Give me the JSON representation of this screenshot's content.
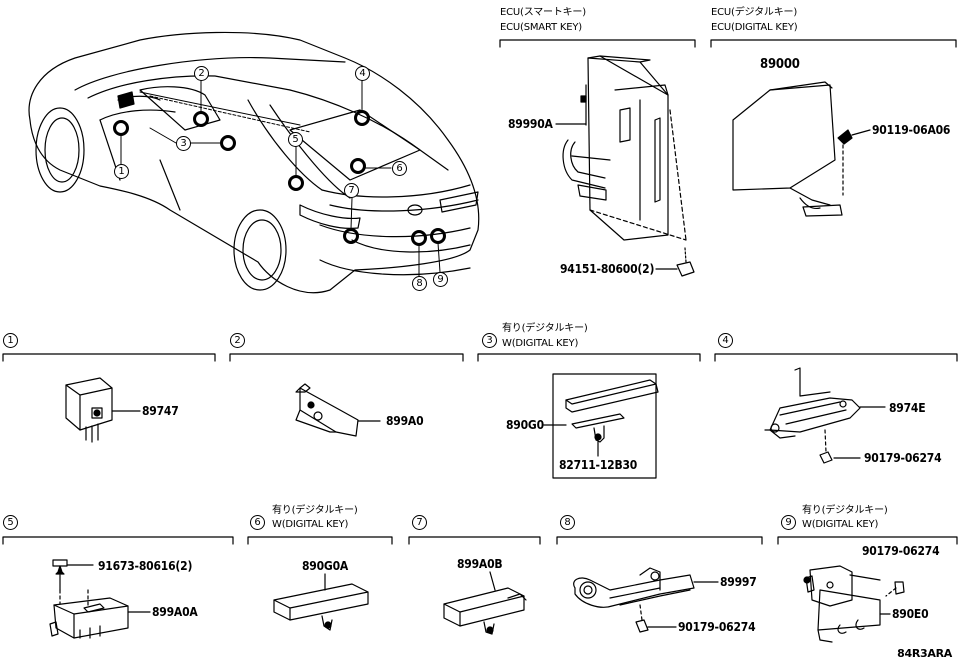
{
  "ecu_smart_key": {
    "header_jp": "ECU(スマートキー)",
    "header_en": "ECU(SMART KEY)",
    "part": "89990A",
    "screw": "94151-80600(2)"
  },
  "ecu_digital_key": {
    "header_jp": "ECU(デジタルキー)",
    "header_en": "ECU(DIGITAL KEY)",
    "part": "89000",
    "bolt": "90119-06A06"
  },
  "car_callouts": [
    "1",
    "2",
    "3",
    "4",
    "5",
    "6",
    "7",
    "8",
    "9"
  ],
  "sections": {
    "s1": {
      "num": "1",
      "part": "89747"
    },
    "s2": {
      "num": "2",
      "part": "899A0"
    },
    "s3": {
      "num": "3",
      "note_jp": "有り(デジタルキー)",
      "note_en": "W(DIGITAL KEY)",
      "part": "890G0",
      "sub": "82711-12B30"
    },
    "s4": {
      "num": "4",
      "part": "8974E",
      "bolt": "90179-06274"
    },
    "s5": {
      "num": "5",
      "part": "899A0A",
      "screw": "91673-80616(2)"
    },
    "s6": {
      "num": "6",
      "note_jp": "有り(デジタルキー)",
      "note_en": "W(DIGITAL KEY)",
      "part": "890G0A"
    },
    "s7": {
      "num": "7",
      "part": "899A0B"
    },
    "s8": {
      "num": "8",
      "part": "89997",
      "bolt": "90179-06274"
    },
    "s9": {
      "num": "9",
      "note_jp": "有り(デジタルキー)",
      "note_en": "W(DIGITAL KEY)",
      "part": "890E0",
      "bolt": "90179-06274"
    }
  },
  "drawing_code": "84R3ARA"
}
